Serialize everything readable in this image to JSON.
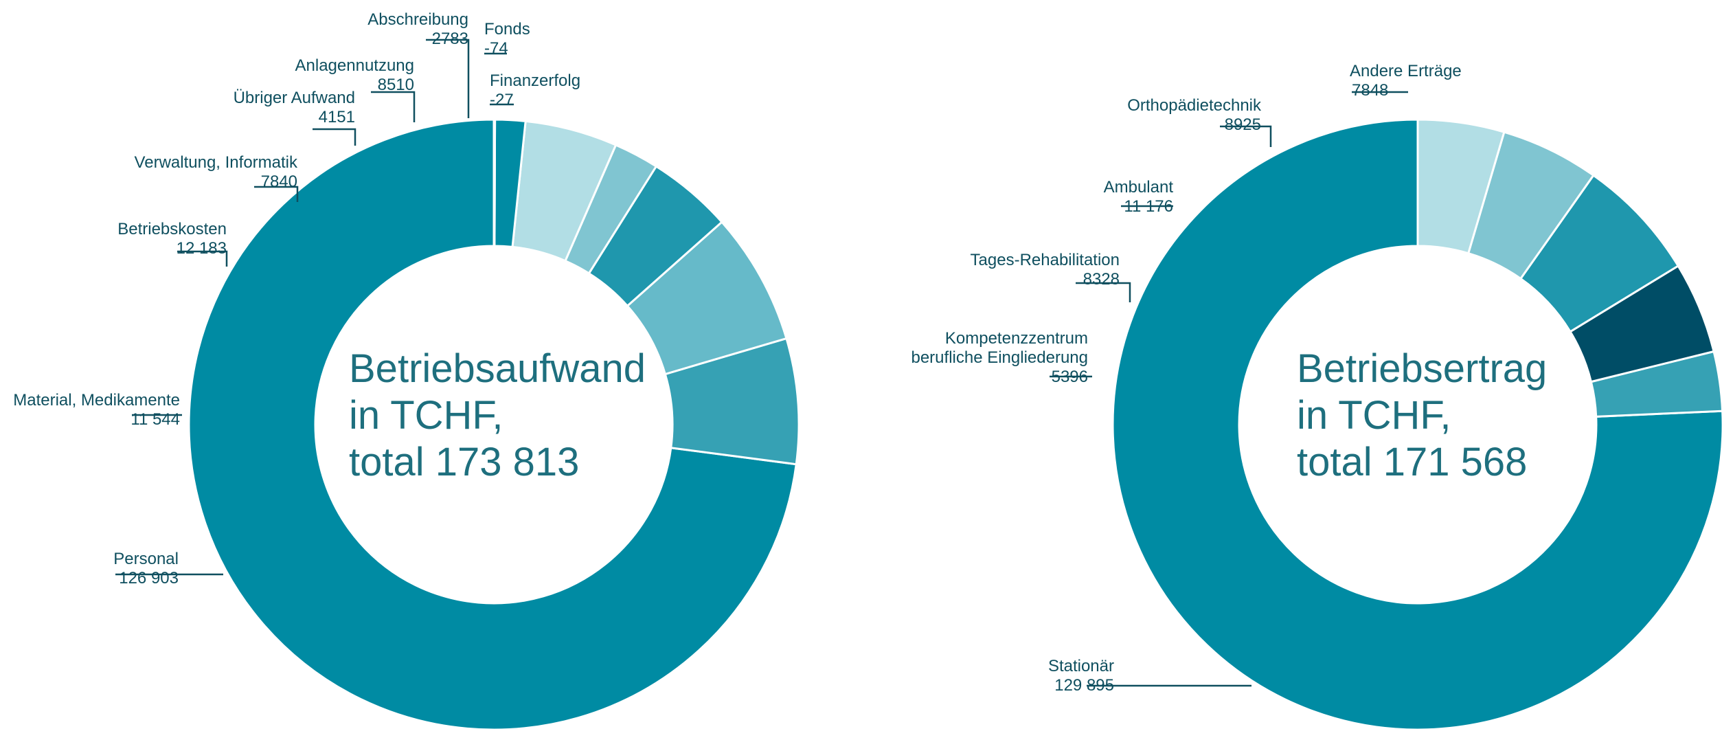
{
  "chart_data": [
    {
      "type": "pie",
      "center_title": [
        "Betriebsaufwand",
        "in TCHF,",
        "total 173 813"
      ],
      "slices": [
        {
          "label": "Personal",
          "display_value": "126 903",
          "value": 126903,
          "color": "#008ba3"
        },
        {
          "label": "Material, Medikamente",
          "display_value": "11 544",
          "value": 11544,
          "color": "#36a1b4"
        },
        {
          "label": "Betriebskosten",
          "display_value": "12 183",
          "value": 12183,
          "color": "#66bac9"
        },
        {
          "label": "Verwaltung, Informatik",
          "display_value": "7840",
          "value": 7840,
          "color": "#1f97ad"
        },
        {
          "label": "Übriger Aufwand",
          "display_value": "4151",
          "value": 4151,
          "color": "#80c5d1"
        },
        {
          "label": "Anlagennutzung",
          "display_value": "8510",
          "value": 8510,
          "color": "#b2dee5"
        },
        {
          "label": "Abschreibung",
          "display_value": "2783",
          "value": 2783,
          "color": "#008ba3"
        },
        {
          "label": "Fonds",
          "display_value": "-74",
          "value": 74,
          "color": "#80c5d1"
        },
        {
          "label": "Finanzerfolg",
          "display_value": "-27",
          "value": 27,
          "color": "#b2dee5"
        }
      ]
    },
    {
      "type": "pie",
      "center_title": [
        "Betriebsertrag",
        "in TCHF,",
        "total 171 568"
      ],
      "slices": [
        {
          "label": "Stationär",
          "display_value": "129 895",
          "value": 129895,
          "color": "#008ba3"
        },
        {
          "label": "Kompetenzzentrum berufliche Eingliederung",
          "display_value": "5396",
          "value": 5396,
          "color": "#36a1b4"
        },
        {
          "label": "Tages-Rehabilitation",
          "display_value": "8328",
          "value": 8328,
          "color": "#004d66"
        },
        {
          "label": "Ambulant",
          "display_value": "11 176",
          "value": 11176,
          "color": "#1f97ad"
        },
        {
          "label": "Orthopädietechnik",
          "display_value": "8925",
          "value": 8925,
          "color": "#80c5d1"
        },
        {
          "label": "Andere Erträge",
          "display_value": "7848",
          "value": 7848,
          "color": "#b2dee5"
        }
      ]
    }
  ]
}
